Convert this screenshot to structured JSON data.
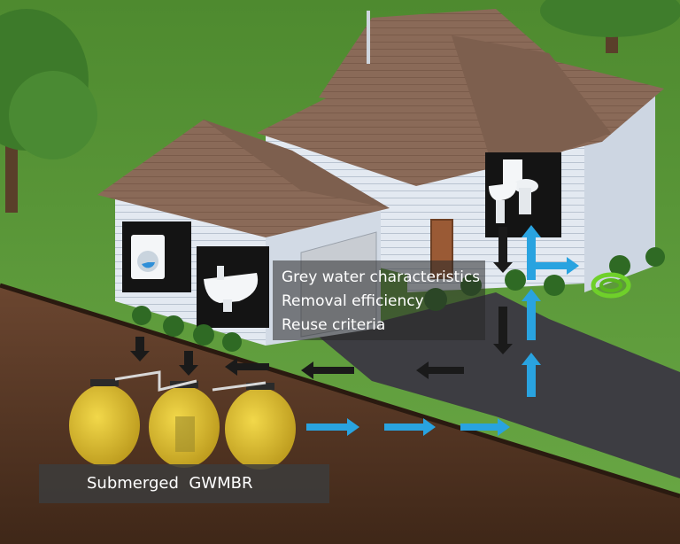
{
  "info_box": {
    "lines": [
      "Grey water characteristics",
      "Removal efficiency",
      "Reuse criteria"
    ]
  },
  "system_label": "Submerged  GWMBR",
  "icons": [
    "washing-machine-icon",
    "sink-bathtub-icon",
    "toilet-sink-icon",
    "garden-hose-icon"
  ],
  "colors": {
    "grey_water_flow": "#1a1a1a",
    "treated_water_flow": "#29a3e0",
    "tank": "#d8b820",
    "roof": "#8a6a58",
    "siding": "#dfe6ef",
    "lawn": "#5f9a3c",
    "soil": "#5a3a26",
    "driveway": "#3d3d42"
  }
}
